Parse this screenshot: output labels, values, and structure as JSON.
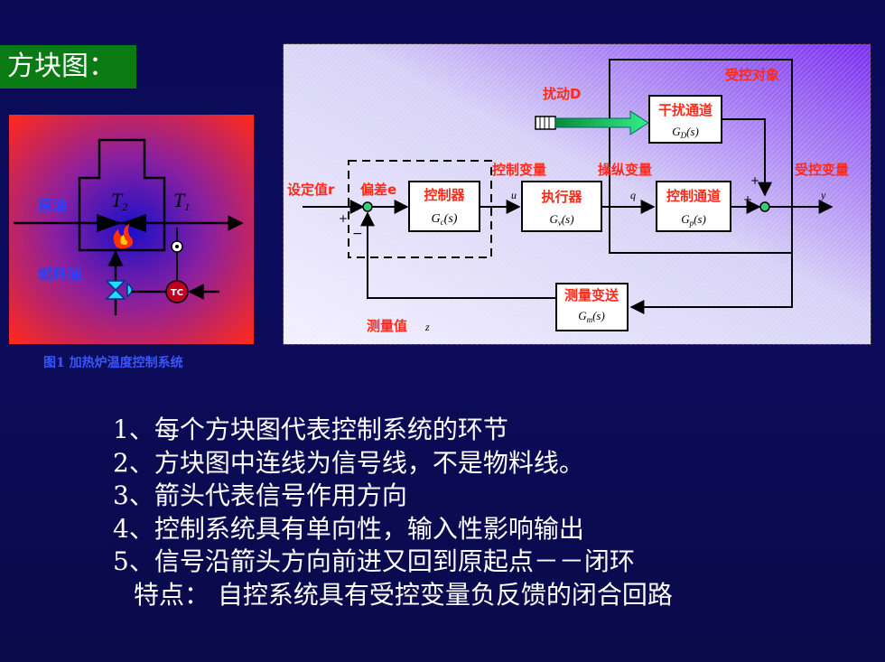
{
  "title": "方块图：",
  "figure_caption": "图1 加热炉温度控制系统",
  "furnace": {
    "T2": "T",
    "T2_sub": "2",
    "T1": "T",
    "T1_sub": "1",
    "crude_label": "原油",
    "fuel_label": "燃料油",
    "tc_label": "TC"
  },
  "block_diagram": {
    "disturbance_label": "扰动D",
    "plant_label": "受控对象",
    "disturbance_channel": "干扰通道",
    "disturbance_tf_main": "G",
    "disturbance_tf_sub": "D",
    "disturbance_tf_tail": "(s)",
    "setpoint_label": "设定值r",
    "error_label": "偏差e",
    "controller": "控制器",
    "controller_tf_main": "G",
    "controller_tf_sub": "c",
    "controller_tf_tail": "(s)",
    "control_variable": "控制变量",
    "u": "u",
    "actuator": "执行器",
    "actuator_tf_main": "G",
    "actuator_tf_sub": "v",
    "actuator_tf_tail": "(s)",
    "manipulated_variable": "操纵变量",
    "q": "q",
    "control_channel": "控制通道",
    "control_tf_main": "G",
    "control_tf_sub": "p",
    "control_tf_tail": "(s)",
    "controlled_variable": "受控变量",
    "y": "y",
    "plus_setpoint": "+",
    "minus_feedback": "−",
    "plus_disturbance": "+",
    "plus_control": "+",
    "transmitter": "测量变送",
    "transmitter_tf_main": "G",
    "transmitter_tf_sub": "m",
    "transmitter_tf_tail": "(s)",
    "measured_label": "测量值",
    "z": "z"
  },
  "points": [
    "1、每个方块图代表控制系统的环节",
    "2、方块图中连线为信号线，不是物料线。",
    "3、箭头代表信号作用方向",
    "4、控制系统具有单向性，输入性影响输出",
    "5、信号沿箭头方向前进又回到原起点－－闭环"
  ],
  "feature": "特点：  自控系统具有受控变量负反馈的闭合回路",
  "colors": {
    "title_bg": "#0a7a12",
    "label_red": "#ff2a1a",
    "caption_blue": "#3a55ff",
    "diagram_bg": "#d8d2f4",
    "arrow_green": "#22cc66"
  }
}
